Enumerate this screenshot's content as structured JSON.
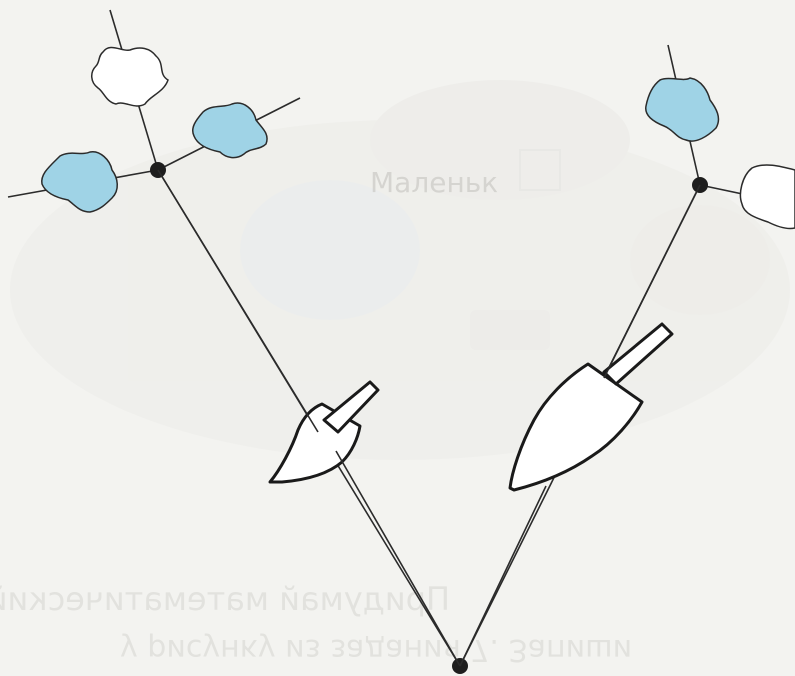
{
  "bleed_through": {
    "fragment_1": "Маленьк",
    "fragment_2": "Придумай математический рассказ",
    "fragment_3": "у рисунку из задания 7. Запиши"
  },
  "colors": {
    "line": "#2b2b2b",
    "node": "#1e1e1e",
    "blob_blue": "#9fd3e6",
    "blob_white": "#ffffff",
    "shovel_stroke": "#1a1a1a",
    "background": "#f3f3f0"
  },
  "elements": {
    "root_node": "node",
    "left_tree": {
      "node": "node",
      "leaves": [
        "blob-white",
        "blob-blue",
        "blob-blue"
      ],
      "tool": "shovel-icon"
    },
    "right_tree": {
      "node": "node",
      "leaves": [
        "blob-blue",
        "blob-white"
      ],
      "tool": "shovel-icon"
    }
  }
}
